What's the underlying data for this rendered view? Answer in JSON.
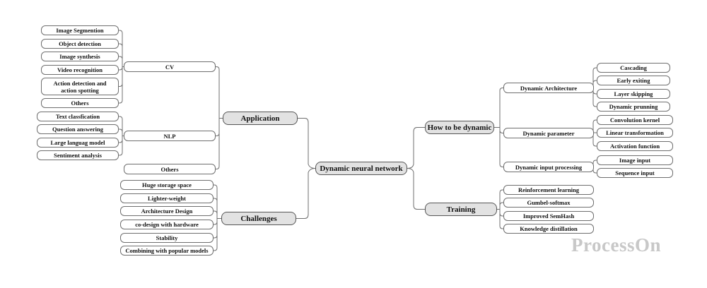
{
  "root": "Dynamic neural network",
  "left": {
    "application": {
      "label": "Application",
      "cv": {
        "label": "CV",
        "items": [
          "Image Segmention",
          "Object detection",
          "Image synthesis",
          "Video recognition",
          "Action detection and action spotting",
          "Others"
        ]
      },
      "nlp": {
        "label": "NLP",
        "items": [
          "Text classfication",
          "Question answering",
          "Large languag model",
          "Sentiment analysis"
        ]
      },
      "others": "Others"
    },
    "challenges": {
      "label": "Challenges",
      "items": [
        "Huge storage space",
        "Lighter-weight",
        "Architecture Design",
        "co-design with hardware",
        "Stability",
        "Combining with popular models"
      ]
    }
  },
  "right": {
    "how": {
      "label": "How to be dynamic",
      "architecture": {
        "label": "Dynamic Architecture",
        "items": [
          "Cascading",
          "Early exiting",
          "Layer skipping",
          "Dynamic prunning"
        ]
      },
      "parameter": {
        "label": "Dynamic parameter",
        "items": [
          "Convolution kernel",
          "Linear transformation",
          "Activation function"
        ]
      },
      "input": {
        "label": "Dynamic input processing",
        "items": [
          "Image input",
          "Sequence input"
        ]
      }
    },
    "training": {
      "label": "Training",
      "items": [
        "Reinforcement learning",
        "Gumbel-softmax",
        "Improved SemHash",
        "Knowledge distillation"
      ]
    }
  },
  "watermark": "ProcessOn",
  "colors": {
    "line": "#6f6f6f",
    "node_fill": "#e2e2e2",
    "border": "#6f6f6f"
  }
}
